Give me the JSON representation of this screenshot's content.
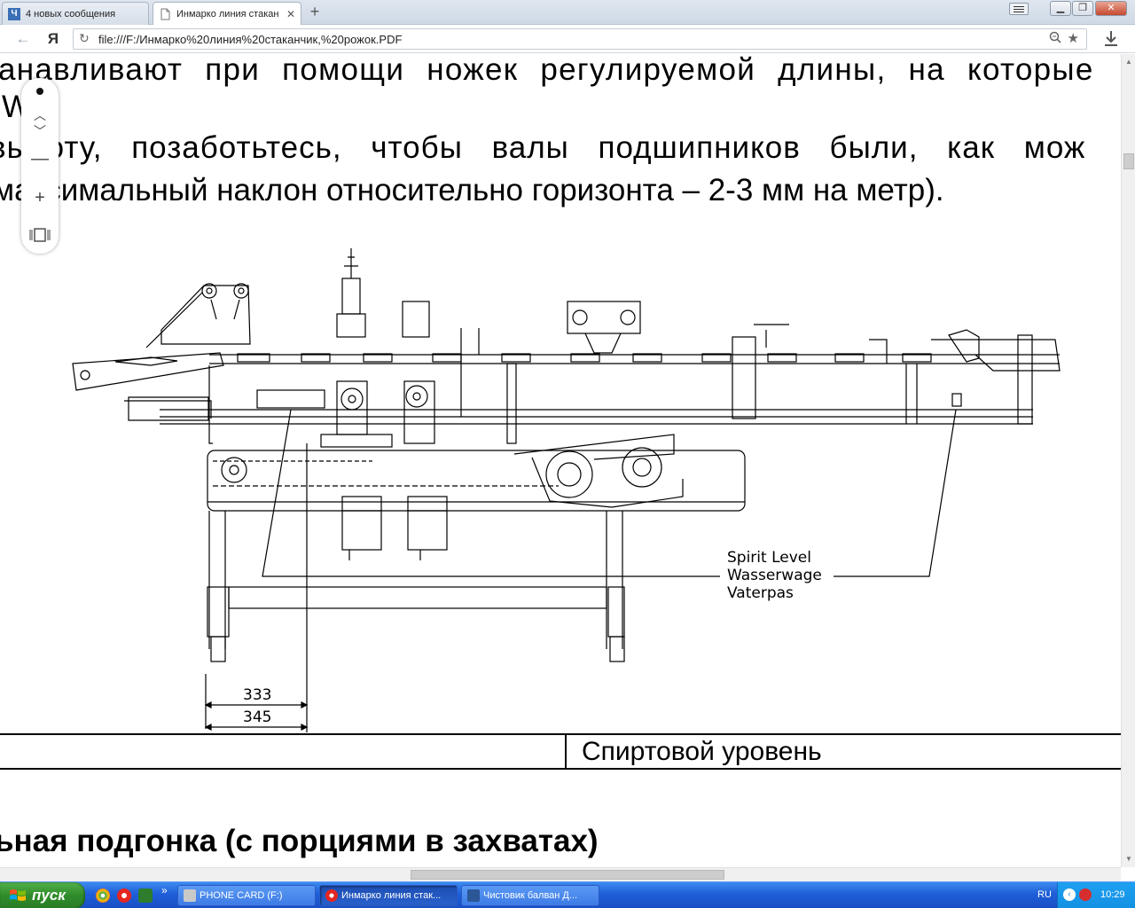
{
  "tabs": [
    {
      "label": "4 новых сообщения",
      "active": false
    },
    {
      "label": "Инмарко линия стакан",
      "active": true
    }
  ],
  "toolbar": {
    "url": "file:///F:/Инмарко%20линия%20стаканчик,%20рожок.PDF",
    "yandex_glyph": "Я"
  },
  "document": {
    "line1": "анавливают при помощи ножек регулируемой длины, на которые",
    "line2": "W",
    "line3": "высоту, позаботьтесь, чтобы валы подшипников были, как мож",
    "line4": "максимальный наклон относительно горизонта – 2-3 мм на метр).",
    "drawing_labels": [
      "Spirit Level",
      "Wasserwage",
      "Vaterpas"
    ],
    "dimension_1": "333",
    "dimension_2": "345",
    "caption": "Спиртовой уровень",
    "heading": "ьная подгонка (с порциями в захватах)"
  },
  "taskbar": {
    "start_label": "пуск",
    "tasks": [
      {
        "label": "PHONE CARD (F:)",
        "active": false
      },
      {
        "label": "Инмарко линия стак...",
        "active": true
      },
      {
        "label": "Чистовик балван Д...",
        "active": false
      }
    ],
    "language": "RU",
    "clock": "10:29",
    "overflow_glyph": "»"
  },
  "colors": {
    "taskbar_blue": "#1e5ed8",
    "start_green": "#2f8c2a",
    "tray_blue": "#1390e2",
    "drawing_stroke": "#000000"
  },
  "icons": [
    "tab-doc-icon",
    "back-icon",
    "forward-icon",
    "reload-icon",
    "zoom-icon",
    "bookmark-star-icon",
    "download-icon",
    "zoom-in-icon",
    "zoom-out-icon",
    "fit-page-icon",
    "windows-flag-icon"
  ]
}
